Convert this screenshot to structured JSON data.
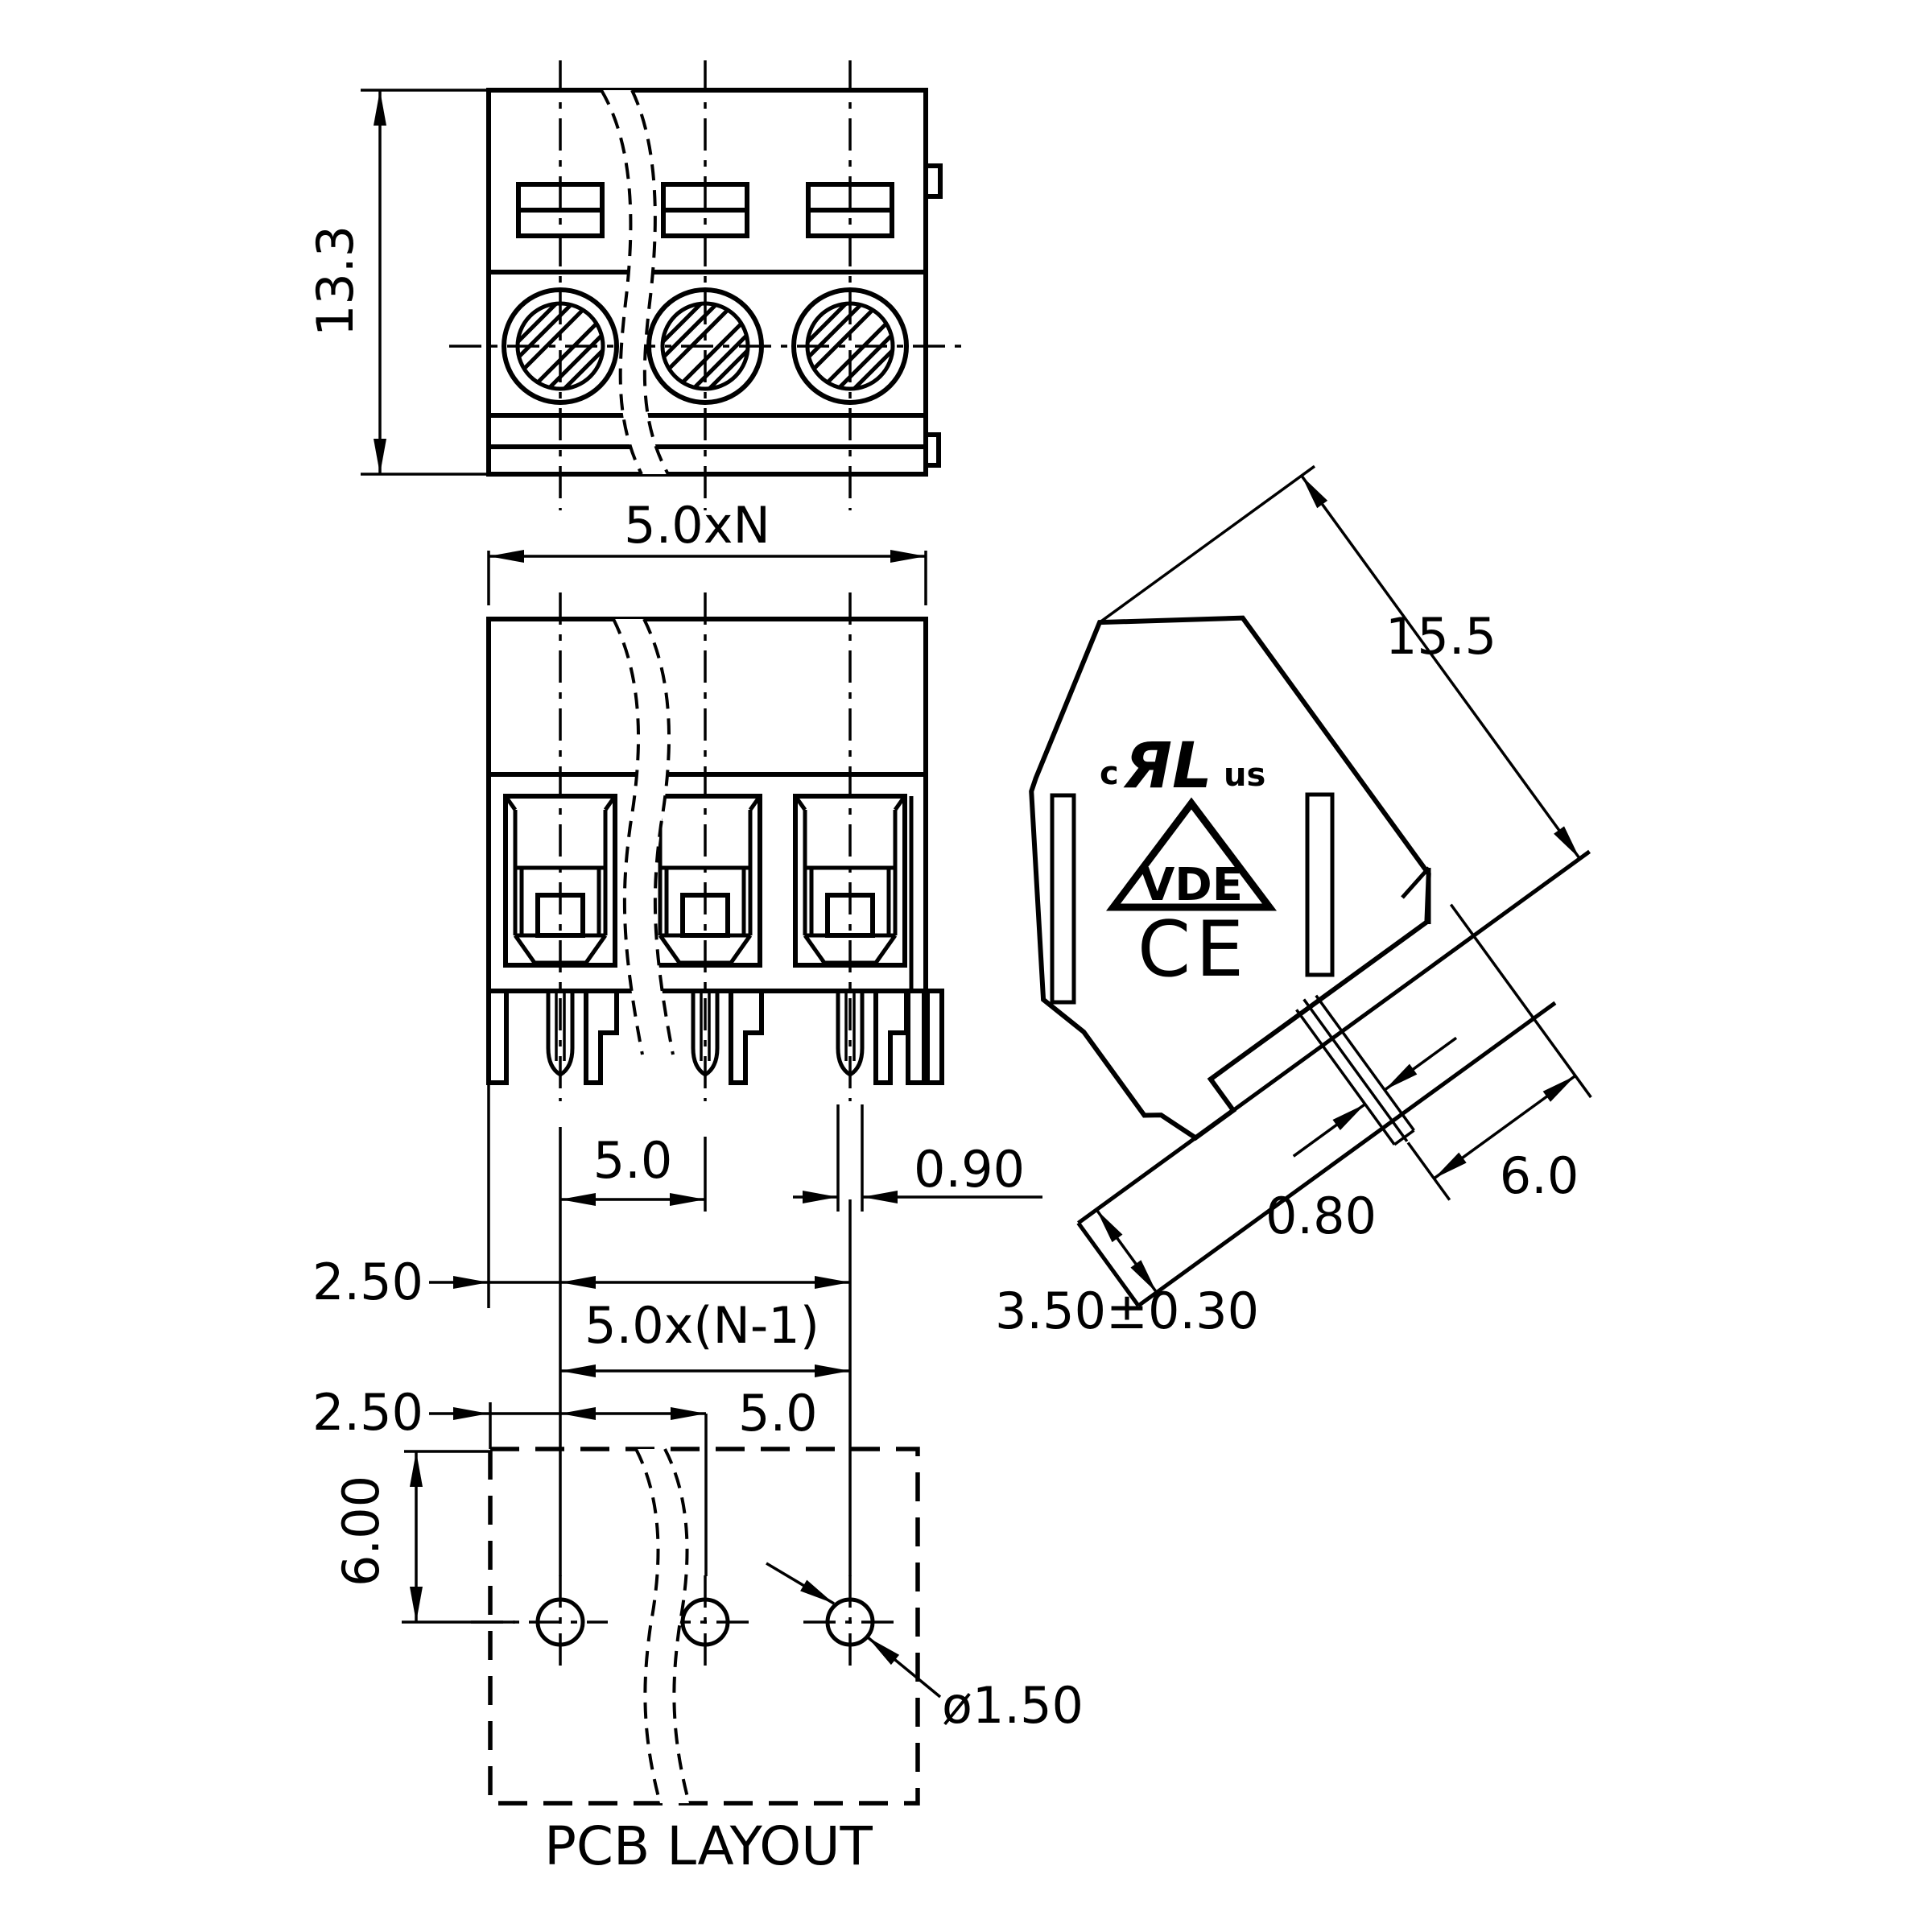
{
  "page": {
    "background": "#ffffff",
    "line_color": "#000000"
  },
  "views": {
    "top": {
      "label_height": "13.3"
    },
    "front": {
      "label_total_width": "5.0xN",
      "label_pitch": "5.0",
      "label_pin_width": "0.90",
      "label_edge_offset": "2.50",
      "label_span": "5.0x(N-1)"
    },
    "pcb": {
      "label_edge_offset": "2.50",
      "label_pitch": "5.0",
      "label_row_offset": "6.00",
      "label_hole_diameter": "ø1.50",
      "caption": "PCB LAYOUT"
    },
    "side": {
      "label_overall_height": "15.5",
      "label_pin_to_front": "6.0",
      "label_pin_thickness": "0.80",
      "label_pcb_thickness": "3.50±0.30",
      "marks": {
        "ul_c": "c",
        "ul_monogram": "ЯL",
        "ul_us": "us",
        "vde": "VDE",
        "ce": "CE"
      }
    }
  }
}
